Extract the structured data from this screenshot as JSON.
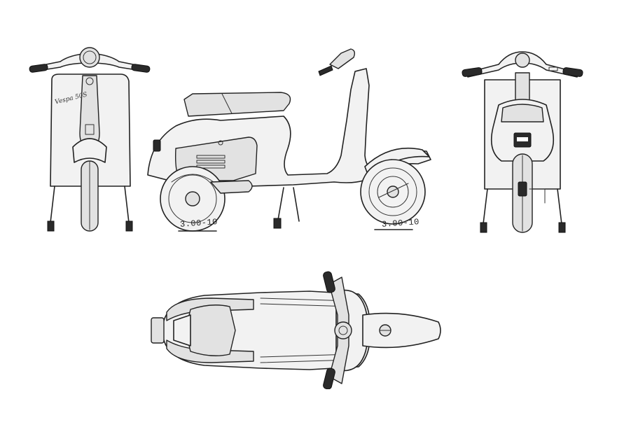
{
  "drawing": {
    "views": [
      "front",
      "side",
      "rear",
      "top"
    ],
    "tyre_size_rear": "3.00-10",
    "tyre_size_front": "3.00-10",
    "legshield_badge": "Vespa 50S",
    "colors": {
      "line": "#222222",
      "fill": "#f2f2f2",
      "background": "#ffffff"
    }
  }
}
